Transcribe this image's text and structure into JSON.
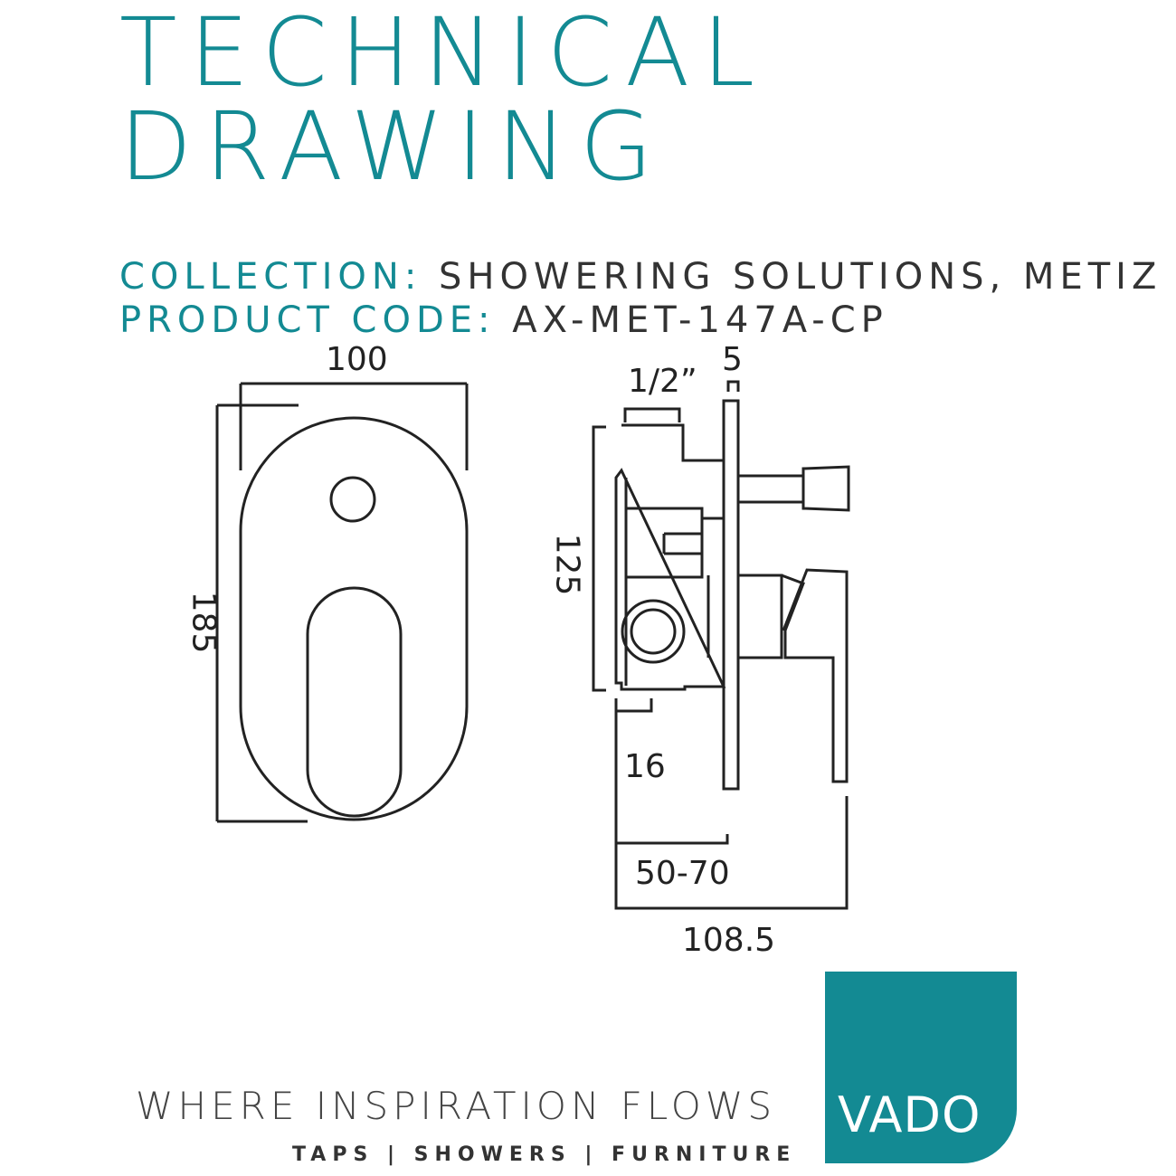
{
  "header": {
    "title_line1": "TECHNICAL",
    "title_line2": "DRAWING"
  },
  "meta": {
    "collection_label": "COLLECTION:",
    "collection_value": "SHOWERING SOLUTIONS, METIZ",
    "product_code_label": "PRODUCT CODE:",
    "product_code_value": "AX-MET-147A-CP"
  },
  "dimensions": {
    "width": "100",
    "height": "185",
    "thread": "1/2”",
    "plate": "5",
    "body_height": "125",
    "offset": "16",
    "depth_range": "50-70",
    "total_depth": "108.5"
  },
  "footer": {
    "tagline": "WHERE INSPIRATION FLOWS",
    "subline": "TAPS | SHOWERS | FURNITURE",
    "logo": "VADO"
  },
  "colors": {
    "brand": "#138a93"
  }
}
